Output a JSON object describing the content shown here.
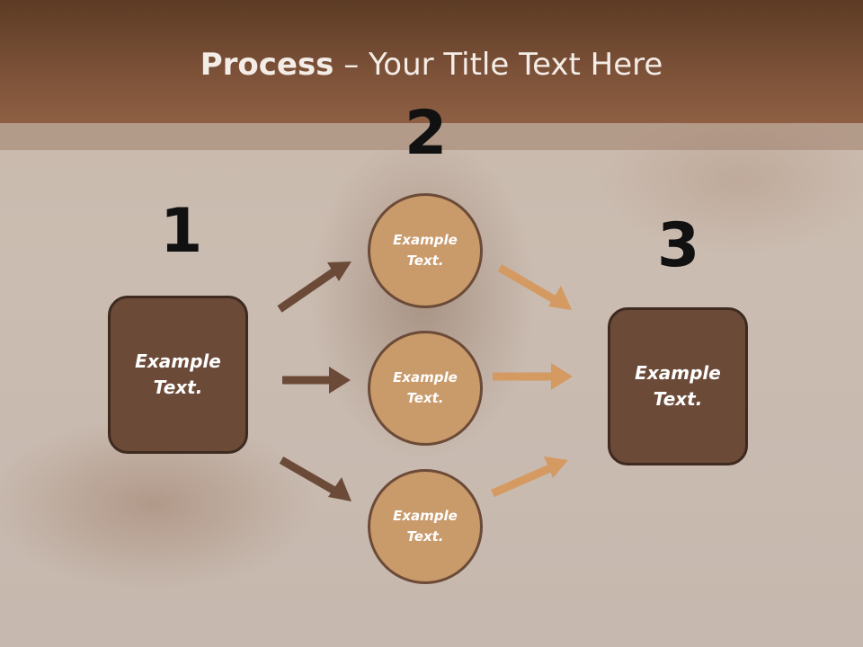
{
  "header": {
    "title_bold": "Process",
    "title_rest": " – Your Title Text Here"
  },
  "steps": [
    "1",
    "2",
    "3"
  ],
  "left_box": {
    "text": "Example\nText."
  },
  "right_box": {
    "text": "Example\nText."
  },
  "circles": [
    {
      "text": "Example\nText."
    },
    {
      "text": "Example\nText."
    },
    {
      "text": "Example\nText."
    }
  ],
  "colors": {
    "header": "#7a5037",
    "box_fill": "#6b4a38",
    "circle_fill": "#c99a6a",
    "arrow_dark": "#6b4a38",
    "arrow_light": "#d49a62"
  }
}
